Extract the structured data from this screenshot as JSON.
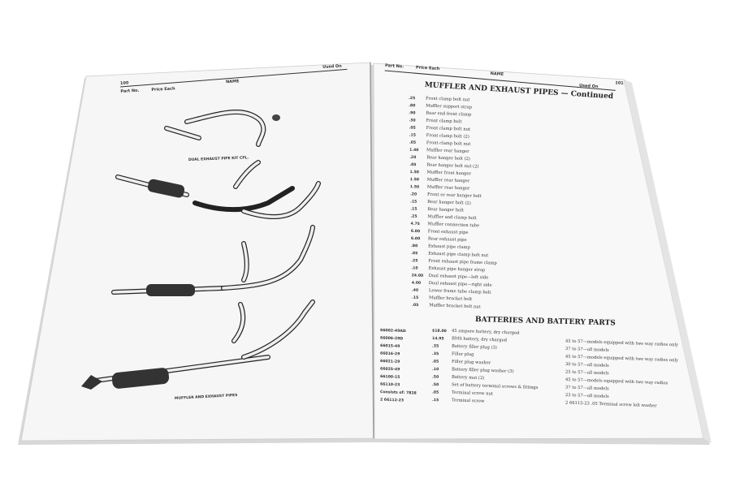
{
  "left_page": {
    "page_number": "100",
    "header": {
      "part_no": "Part No.",
      "price_each": "Price Each",
      "name": "NAME",
      "used_on": "Used On"
    },
    "captions": [
      "DUAL EXHAUST PIPE KIT CPL.",
      "MUFFLER AND EXHAUST PIPES"
    ]
  },
  "right_page": {
    "page_number": "101",
    "header": {
      "part_no": "Part No.",
      "price_each": "Price Each",
      "name": "NAME",
      "used_on": "Used On"
    },
    "section1_title": "MUFFLER AND EXHAUST PIPES — Continued",
    "section1_rows": [
      {
        "price": ".25",
        "name": "Front clamp bolt nut"
      },
      {
        "price": ".80",
        "name": "Muffler support strap"
      },
      {
        "price": ".90",
        "name": "Rear end front clamp"
      },
      {
        "price": ".30",
        "name": "Front clamp bolt"
      },
      {
        "price": ".05",
        "name": "Front clamp bolt nut"
      },
      {
        "price": ".15",
        "name": "Front clamp bolt (2)"
      },
      {
        "price": ".05",
        "name": "Front clamp bolt nut"
      },
      {
        "price": "1.40",
        "name": "Muffler rear hanger"
      },
      {
        "price": ".20",
        "name": "Rear hanger bolt (2)"
      },
      {
        "price": ".05",
        "name": "Rear hanger bolt nut (2)"
      },
      {
        "price": "1.50",
        "name": "Muffler front hanger"
      },
      {
        "price": "1.50",
        "name": "Muffler rear hanger"
      },
      {
        "price": "1.50",
        "name": "Muffler rear hanger"
      },
      {
        "price": ".20",
        "name": "Front or rear hanger bolt"
      },
      {
        "price": ".15",
        "name": "Rear hanger bolt (2)"
      },
      {
        "price": ".15",
        "name": "Rear hanger bolt"
      },
      {
        "price": ".25",
        "name": "Muffler and clamp bolt"
      },
      {
        "price": "4.75",
        "name": "Muffler connection tube"
      },
      {
        "price": "6.00",
        "name": "Front exhaust pipe"
      },
      {
        "price": "6.00",
        "name": "Rear exhaust pipe"
      },
      {
        "price": ".80",
        "name": "Exhaust pipe clamp"
      },
      {
        "price": ".05",
        "name": "Exhaust pipe clamp bolt nut"
      },
      {
        "price": ".25",
        "name": "Front exhaust pipe frame clamp"
      },
      {
        "price": ".10",
        "name": "Exhaust pipe hanger strap"
      },
      {
        "price": "24.00",
        "name": "Dual exhaust pipe—left side"
      },
      {
        "price": "4.00",
        "name": "Dual exhaust pipe—right side"
      },
      {
        "price": ".40",
        "name": "Lower frame tube clamp bolt"
      },
      {
        "price": ".15",
        "name": "Muffler bracket bolt"
      },
      {
        "price": ".05",
        "name": "Muffler bracket bolt nut"
      }
    ],
    "section2_title": "BATTERIES AND BATTERY PARTS",
    "section2_rows": [
      {
        "part": "66002-49AD",
        "price": "$18.00",
        "name": "45 ampere battery, dry charged",
        "used": ""
      },
      {
        "part": "66006-29D",
        "price": "14.95",
        "name": "RMS battery, dry charged",
        "used": "45 to 57—models equipped with two way radios only"
      },
      {
        "part": "66015-49",
        "price": ".35",
        "name": "Battery filler plug (3)",
        "used": "37 to 57—all models"
      },
      {
        "part": "66016-29",
        "price": ".35",
        "name": "Filler plug",
        "used": "45 to 57—models equipped with two way radios only"
      },
      {
        "part": "66021-29",
        "price": ".05",
        "name": "Filler plug washer",
        "used": "30 to 57—all models"
      },
      {
        "part": "66025-49",
        "price": ".10",
        "name": "Battery filler plug washer (3)",
        "used": "25 to 57—all models"
      },
      {
        "part": "66100-15",
        "price": ".50",
        "name": "Battery mat (2)",
        "used": "45 to 57—models equipped with two way radios"
      },
      {
        "part": "66110-23",
        "price": ".50",
        "name": "Set of battery terminal screws & fittings",
        "used": "37 to 57—all models"
      },
      {
        "part": "Consists of: 7828",
        "price": ".05",
        "name": "Terminal screw nut",
        "used": "23 to 57—all models"
      },
      {
        "part": "2 66112-23",
        "price": ".15",
        "name": "Terminal screw",
        "used": "2 66115-23  .05  Terminal screw lelt washer"
      }
    ]
  }
}
